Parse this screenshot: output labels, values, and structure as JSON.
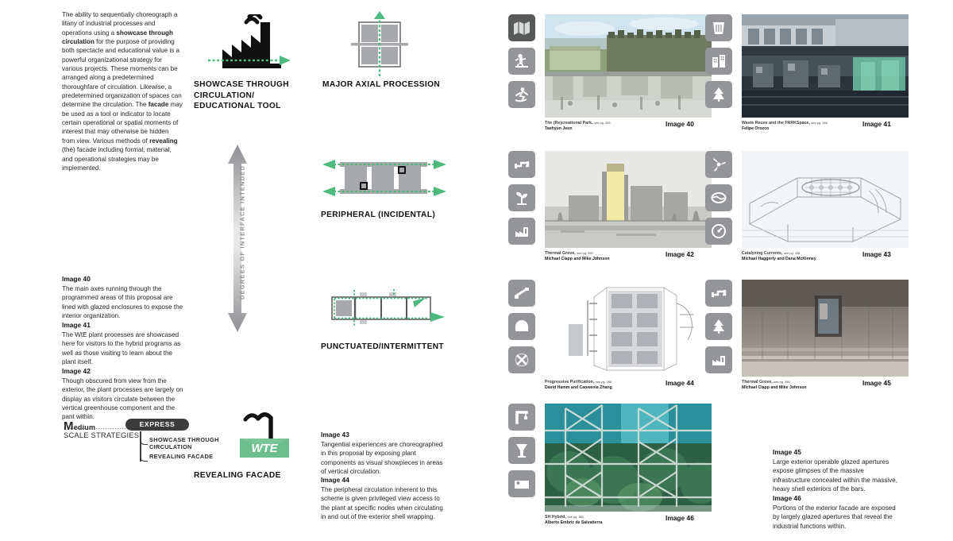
{
  "left_column": {
    "intro_paragraph": "The ability to sequentially choreograph a litany of industrial processes and operations using a showcase through circulation for the purpose of providing both spectacle and educational value is a powerful organizational strategy for various projects. These moments can be arranged along a predetermined thoroughfare of circulation. Likewise, a predetermined organization of spaces can determine the circulation. The facade may be used as a tool or indicator to locate certain operational or spatial moments of interest that may otherwise be hidden from view. Various methods of revealing (the) facade including formal, material, and operational strategies may be implemented.",
    "captions": [
      {
        "heading": "Image 40",
        "text": "The main axes running through the programmed areas of this proposal are lined with glazed enclosures to expose the interior organization."
      },
      {
        "heading": "Image 41",
        "text": "The WtE plant processes are showcased here for visitors to the hybrid programs as well as those visiting to learn about the plant itself."
      },
      {
        "heading": "Image 42",
        "text": "Though obscured from view from the exterior, the plant processes are largely on display as visitors circulate between the vertical greenhouse component and the pant within."
      }
    ],
    "scale_diagram": {
      "scale_word_initial": "M",
      "scale_word_rest": "edium",
      "scale_subtitle": "SCALE STRATEGIES",
      "pill_label": "EXPRESS",
      "branches": [
        "SHOWCASE THROUGH CIRCULATION",
        "REVEALING FACADE"
      ]
    }
  },
  "center_column": {
    "diagrams": [
      {
        "label": "SHOWCASE THROUGH CIRCULATION/ EDUCATIONAL TOOL",
        "icon": "factory-sawtooth-icon"
      },
      {
        "label": "MAJOR AXIAL PROCESSION",
        "icon": "four-squares-axis-icon"
      },
      {
        "label": "PERIPHERAL (INCIDENTAL)",
        "icon": "three-blocks-bars-icon"
      },
      {
        "label": "PUNCTUATED/INTERMITTENT",
        "icon": "segmented-bar-icon"
      },
      {
        "label": "REVEALING FACADE",
        "icon": "wte-block-icon"
      }
    ],
    "wte_block_text": "WTE",
    "axis_arrow_label": "DEGREES OF INTERFACE INTENDED",
    "captions": [
      {
        "heading": "Image 43",
        "text": "Tangential experiences are choreographed in this proposal by exposing plant components as visual showpieces in areas of vertical circulation."
      },
      {
        "heading": "Image 44",
        "text": "The peripheral circulation inherent to this scheme is given privileged view access to the plant at specific nodes when circulating in and out of the exterior shell wrapping."
      }
    ]
  },
  "right_grid": {
    "cells": [
      {
        "image_number": "Image 40",
        "project_title": "The (Re)creational Park,",
        "page_ref": "see pg. 326",
        "authors": "Taehyun Jeon",
        "icons": [
          "map-fold-icon",
          "person-pushing-icon",
          "person-skate-icon"
        ]
      },
      {
        "image_number": "Image 41",
        "project_title": "Waste Reuse and the PARKSpace,",
        "page_ref": "see pg. 386",
        "authors": "Felipe Orozco",
        "icons": [
          "recycle-bin-icon",
          "building-icon",
          "tree-icon"
        ]
      },
      {
        "image_number": "Image 42",
        "project_title": "Thermal Grove,",
        "page_ref": "see pg. 350",
        "authors": "Michael Clapp and Mike Johnson",
        "icons": [
          "pipe-icon",
          "plant-sprout-icon",
          "factory-chart-icon"
        ]
      },
      {
        "image_number": "Image 43",
        "project_title": "Catalyzing Currents,",
        "page_ref": "see pg. 338",
        "authors": "Michael Haggerty and Dana McKinney",
        "icons": [
          "turbine-icon",
          "tank-icon",
          "gauge-icon"
        ]
      },
      {
        "image_number": "Image 44",
        "project_title": "Progressive Purification,",
        "page_ref": "see pg. 286",
        "authors": "David Hamm and Caowenia Zhang",
        "icons": [
          "conveyor-icon",
          "filter-dome-icon",
          "no-waste-icon"
        ]
      },
      {
        "image_number": "Image 45",
        "project_title": "Thermal Grove,",
        "page_ref": "see pg. 350",
        "authors": "Michael Clapp and Mike Johnson",
        "icons": [
          "pipe-icon",
          "tree-icon",
          "factory-chart-icon"
        ]
      },
      {
        "image_number": "Image 46",
        "project_title": "SH Hybrid,",
        "page_ref": "see pg. 360",
        "authors": "Alberto Embriz de Salvatierra",
        "icons": [
          "crane-icon",
          "glass-icon",
          "bed-icon"
        ]
      }
    ],
    "captions": [
      {
        "heading": "Image 45",
        "text": "Large exterior operable glazed apertures expose glimpses of the massive infrastructure concealed within the massive, heavy shell exteriors of the bars."
      },
      {
        "heading": "Image 46",
        "text": "Portions of the exterior facade are exposed by largely glazed apertures that reveal the industrial functions within."
      }
    ]
  },
  "colors": {
    "accent_green": "#4CB97E",
    "wte_green": "#6ABF8C",
    "icon_gray_dark": "#58595B",
    "icon_gray_light": "#939598",
    "block_gray": "#A7A9AC"
  }
}
